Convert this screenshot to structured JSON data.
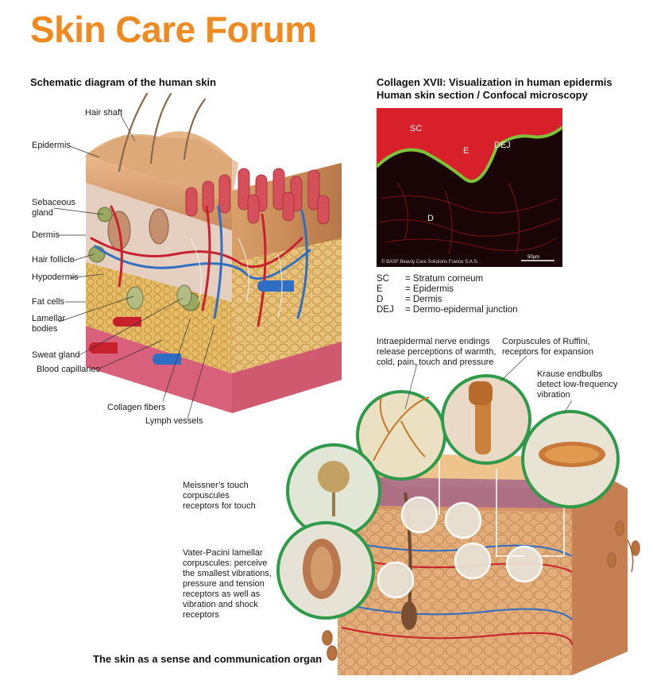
{
  "title": "Skin Care Forum",
  "left_heading": "Schematic diagram of the human skin",
  "right_heading_line1": "Collagen XVII:  Visualization in human epidermis",
  "right_heading_line2": "Human skin section / Confocal microscopy",
  "skin_labels": {
    "hair_shaft": "Hair shaft",
    "epidermis": "Epidermis",
    "sebaceous_1": "Sebaceous",
    "sebaceous_2": "gland",
    "dermis": "Dermis",
    "hair_follicle": "Hair follicle",
    "hypodermis": "Hypodermis",
    "fat_cells": "Fat cells",
    "lamellar_1": "Lamellar",
    "lamellar_2": "bodies",
    "sweat_gland": "Sweat gland",
    "blood_capillaries": "Blood capillaries",
    "collagen_fibers": "Collagen fibers",
    "lymph_vessels": "Lymph vessels"
  },
  "micro_labels": {
    "sc": "SC",
    "e": "E",
    "dej": "DEJ",
    "d": "D",
    "credit": "© BASF Beauty Care Solutions France S.A.S.",
    "scale": "50µm"
  },
  "legend": [
    {
      "key": "SC",
      "value": "= Stratum corneum"
    },
    {
      "key": "E",
      "value": "= Epidermis"
    },
    {
      "key": "D",
      "value": "= Dermis"
    },
    {
      "key": "DEJ",
      "value": "= Dermo-epidermal junction"
    }
  ],
  "sense_labels": {
    "nerve_endings": "Intraepidermal nerve endings release perceptions of warmth, cold, pain, touch and pressure",
    "ruffini": "Corpuscules of Ruffini, receptors for expansion",
    "krause": "Krause endbulbs detect low-frequency vibration",
    "meissner": "Meissner’s touch corpuscules receptors for touch",
    "pacini": "Vater-Pacini lamellar corpuscules: perceive the smallest vibrations, pressure and tension receptors as well as vibration and shock receptors"
  },
  "bottom_caption": "The skin as a sense and communication organ",
  "colors": {
    "title": "#ee8a1f",
    "circle_ring": "#2e9a4a",
    "micro_bg": "#1a0506",
    "micro_red": "#d8202a",
    "micro_green": "#7ec23a"
  }
}
